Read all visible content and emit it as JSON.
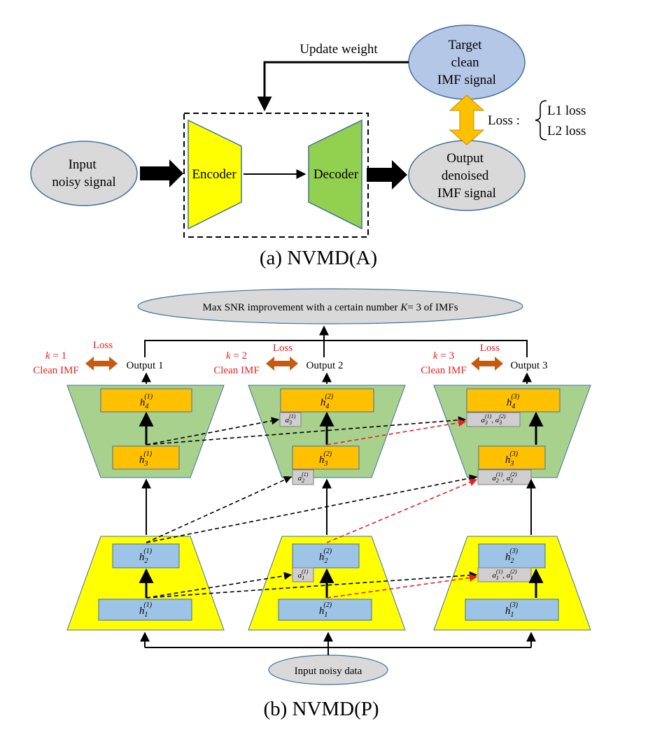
{
  "panel_a": {
    "caption": "(a) NVMD(A)",
    "input_label": [
      "Input",
      "noisy signal"
    ],
    "encoder_label": "Encoder",
    "decoder_label": "Decoder",
    "output_label": [
      "Output",
      "denoised",
      "IMF signal"
    ],
    "target_label": [
      "Target",
      "clean",
      "IMF signal"
    ],
    "update_label": "Update weight",
    "loss_prefix": "Loss :",
    "loss_items": [
      "L1 loss",
      "L2 loss"
    ],
    "colors": {
      "ellipse_gray": "#d9d9d9",
      "ellipse_blue": "#b4c7e7",
      "encoder": "#ffff00",
      "decoder": "#92d050",
      "arrow_orange": "#ffc000"
    }
  },
  "panel_b": {
    "caption": "(b) NVMD(P)",
    "top_label": {
      "pre": "Max SNR improvement with a certain number ",
      "var": "K",
      "post": "= 3 of IMFs"
    },
    "input_label": "Input noisy data",
    "loss_label": "Loss",
    "clean_label": "Clean IMF",
    "columns": [
      {
        "k": "1",
        "output": "Output 1"
      },
      {
        "k": "2",
        "output": "Output 2"
      },
      {
        "k": "3",
        "output": "Output 3"
      }
    ],
    "colors": {
      "decoder_fill": "#a9d18e",
      "encoder_fill": "#ffff00",
      "dec_box": "#ffc000",
      "enc_box": "#9dc3e6",
      "attn_box": "#d0cece",
      "red_arrow": "#e52222",
      "loss_arrow": "#c55a11"
    }
  }
}
